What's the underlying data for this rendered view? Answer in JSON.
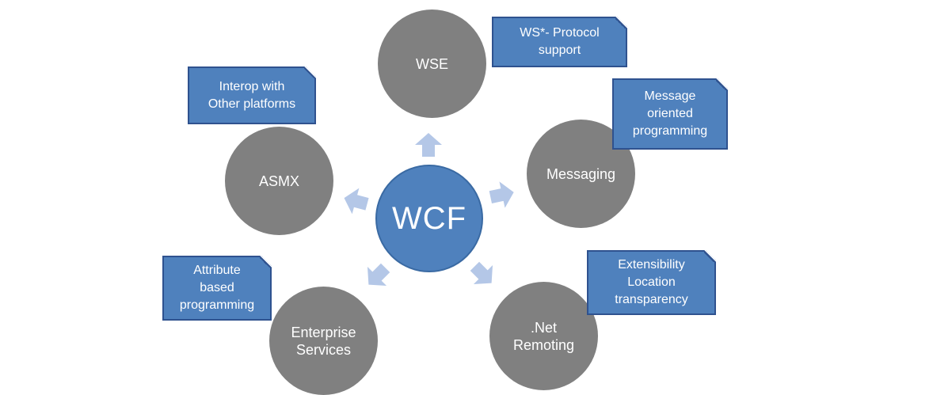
{
  "center": {
    "label": "WCF"
  },
  "nodes": {
    "wse": {
      "lines": [
        "WSE"
      ]
    },
    "messaging": {
      "lines": [
        "Messaging"
      ]
    },
    "remoting": {
      "lines": [
        ".Net",
        "Remoting"
      ]
    },
    "enterprise": {
      "lines": [
        "Enterprise",
        "Services"
      ]
    },
    "asmx": {
      "lines": [
        "ASMX"
      ]
    }
  },
  "callouts": {
    "wse": {
      "lines": [
        "WS*- Protocol",
        "support"
      ]
    },
    "messaging": {
      "lines": [
        "Message",
        "oriented",
        "programming"
      ]
    },
    "remoting": {
      "lines": [
        "Extensibility",
        "Location",
        "transparency"
      ]
    },
    "enterprise": {
      "lines": [
        "Attribute",
        "based",
        "programming"
      ]
    },
    "asmx": {
      "lines": [
        "Interop with",
        "Other platforms"
      ]
    }
  },
  "colors": {
    "center_fill": "#4f81bd",
    "node_fill": "#808080",
    "callout_fill": "#4f81bd",
    "arrow_fill": "#b4c7e7"
  }
}
